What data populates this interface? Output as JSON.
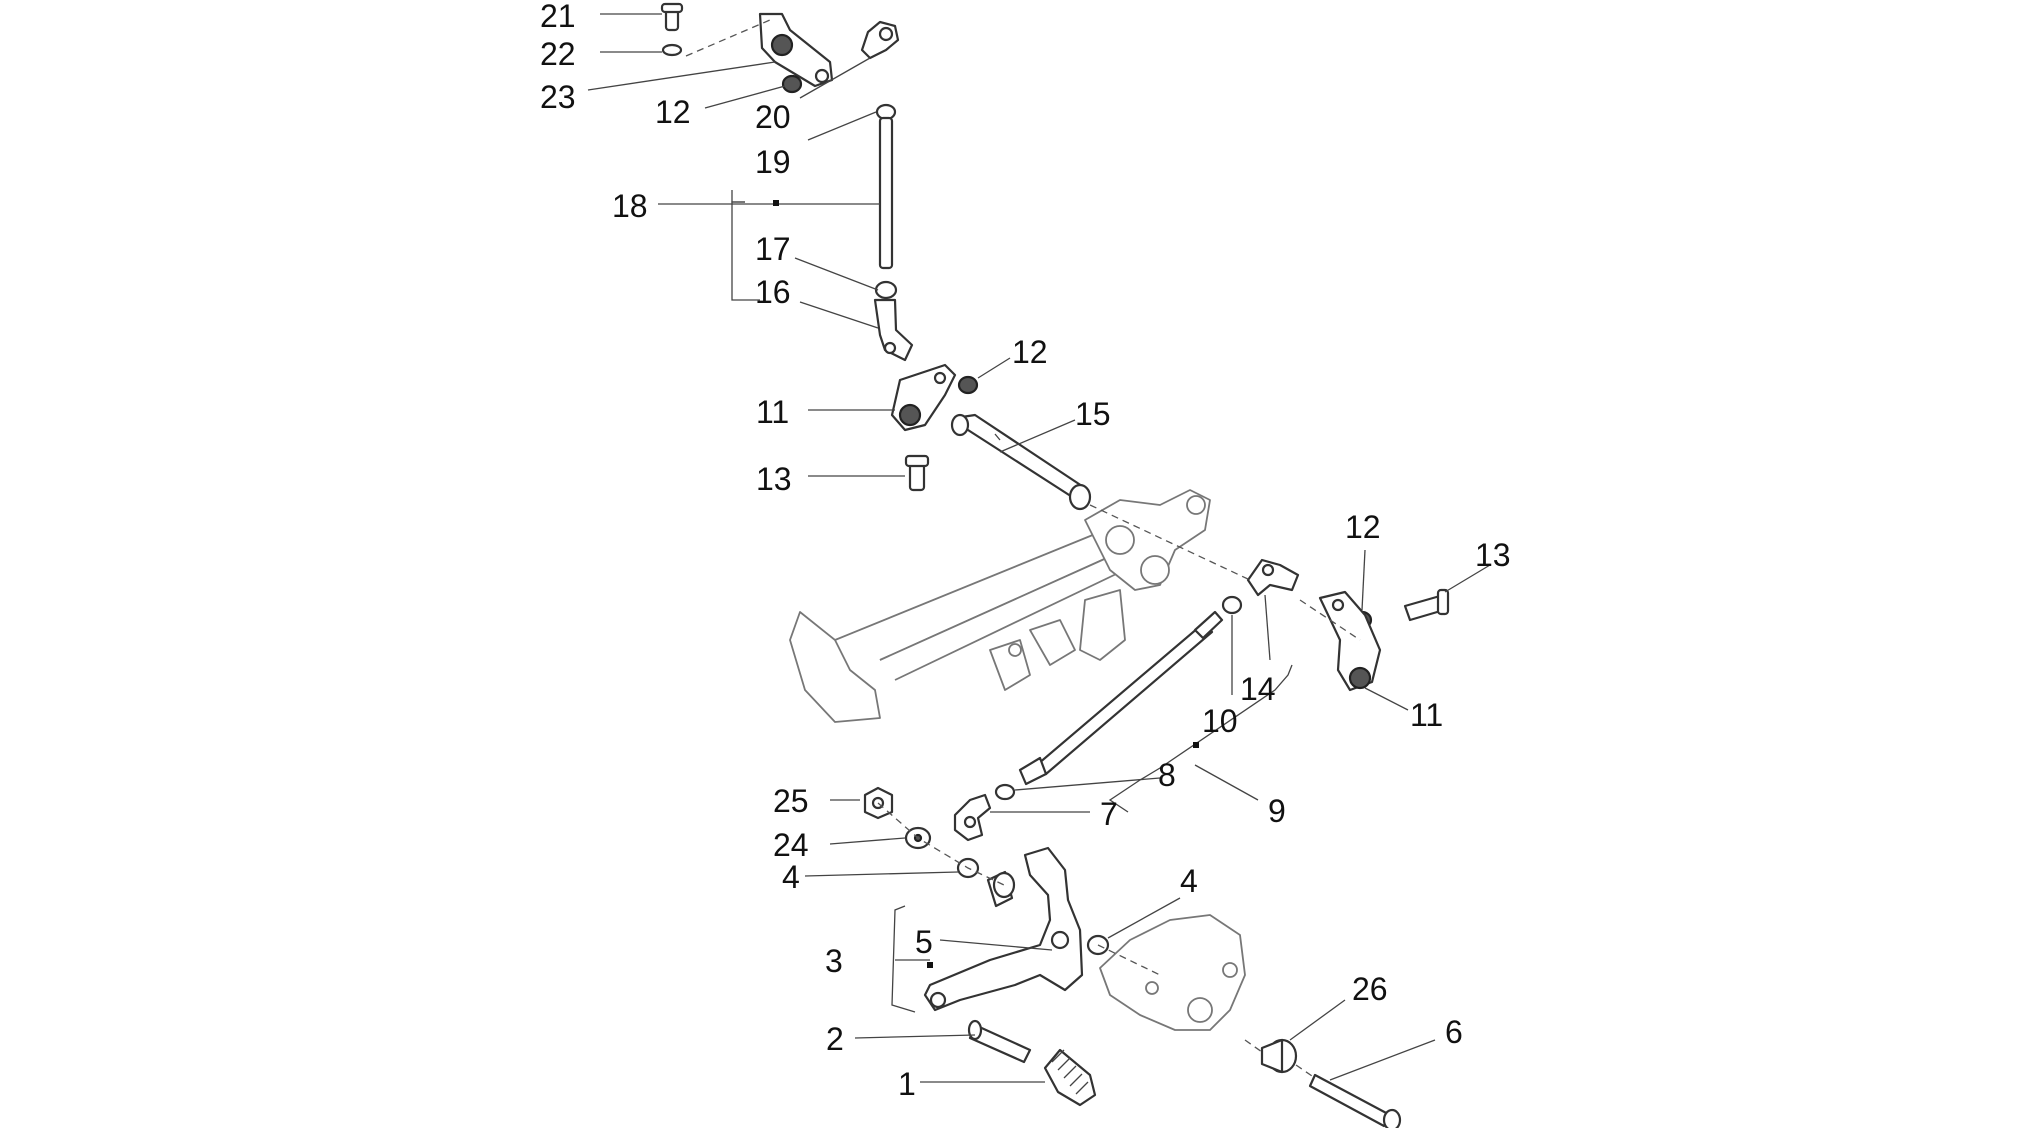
{
  "diagram": {
    "callouts": [
      {
        "id": "c21",
        "label": "21"
      },
      {
        "id": "c22",
        "label": "22"
      },
      {
        "id": "c23",
        "label": "23"
      },
      {
        "id": "c12a",
        "label": "12"
      },
      {
        "id": "c20",
        "label": "20"
      },
      {
        "id": "c19",
        "label": "19"
      },
      {
        "id": "c18",
        "label": "18"
      },
      {
        "id": "c17",
        "label": "17"
      },
      {
        "id": "c16",
        "label": "16"
      },
      {
        "id": "c12b",
        "label": "12"
      },
      {
        "id": "c11a",
        "label": "11"
      },
      {
        "id": "c15",
        "label": "15"
      },
      {
        "id": "c13a",
        "label": "13"
      },
      {
        "id": "c12c",
        "label": "12"
      },
      {
        "id": "c13b",
        "label": "13"
      },
      {
        "id": "c14",
        "label": "14"
      },
      {
        "id": "c10",
        "label": "10"
      },
      {
        "id": "c11b",
        "label": "11"
      },
      {
        "id": "c8",
        "label": "8"
      },
      {
        "id": "c9",
        "label": "9"
      },
      {
        "id": "c7",
        "label": "7"
      },
      {
        "id": "c25",
        "label": "25"
      },
      {
        "id": "c24",
        "label": "24"
      },
      {
        "id": "c4a",
        "label": "4"
      },
      {
        "id": "c4b",
        "label": "4"
      },
      {
        "id": "c5",
        "label": "5"
      },
      {
        "id": "c3",
        "label": "3"
      },
      {
        "id": "c26",
        "label": "26"
      },
      {
        "id": "c2",
        "label": "2"
      },
      {
        "id": "c6",
        "label": "6"
      },
      {
        "id": "c1",
        "label": "1"
      }
    ]
  }
}
